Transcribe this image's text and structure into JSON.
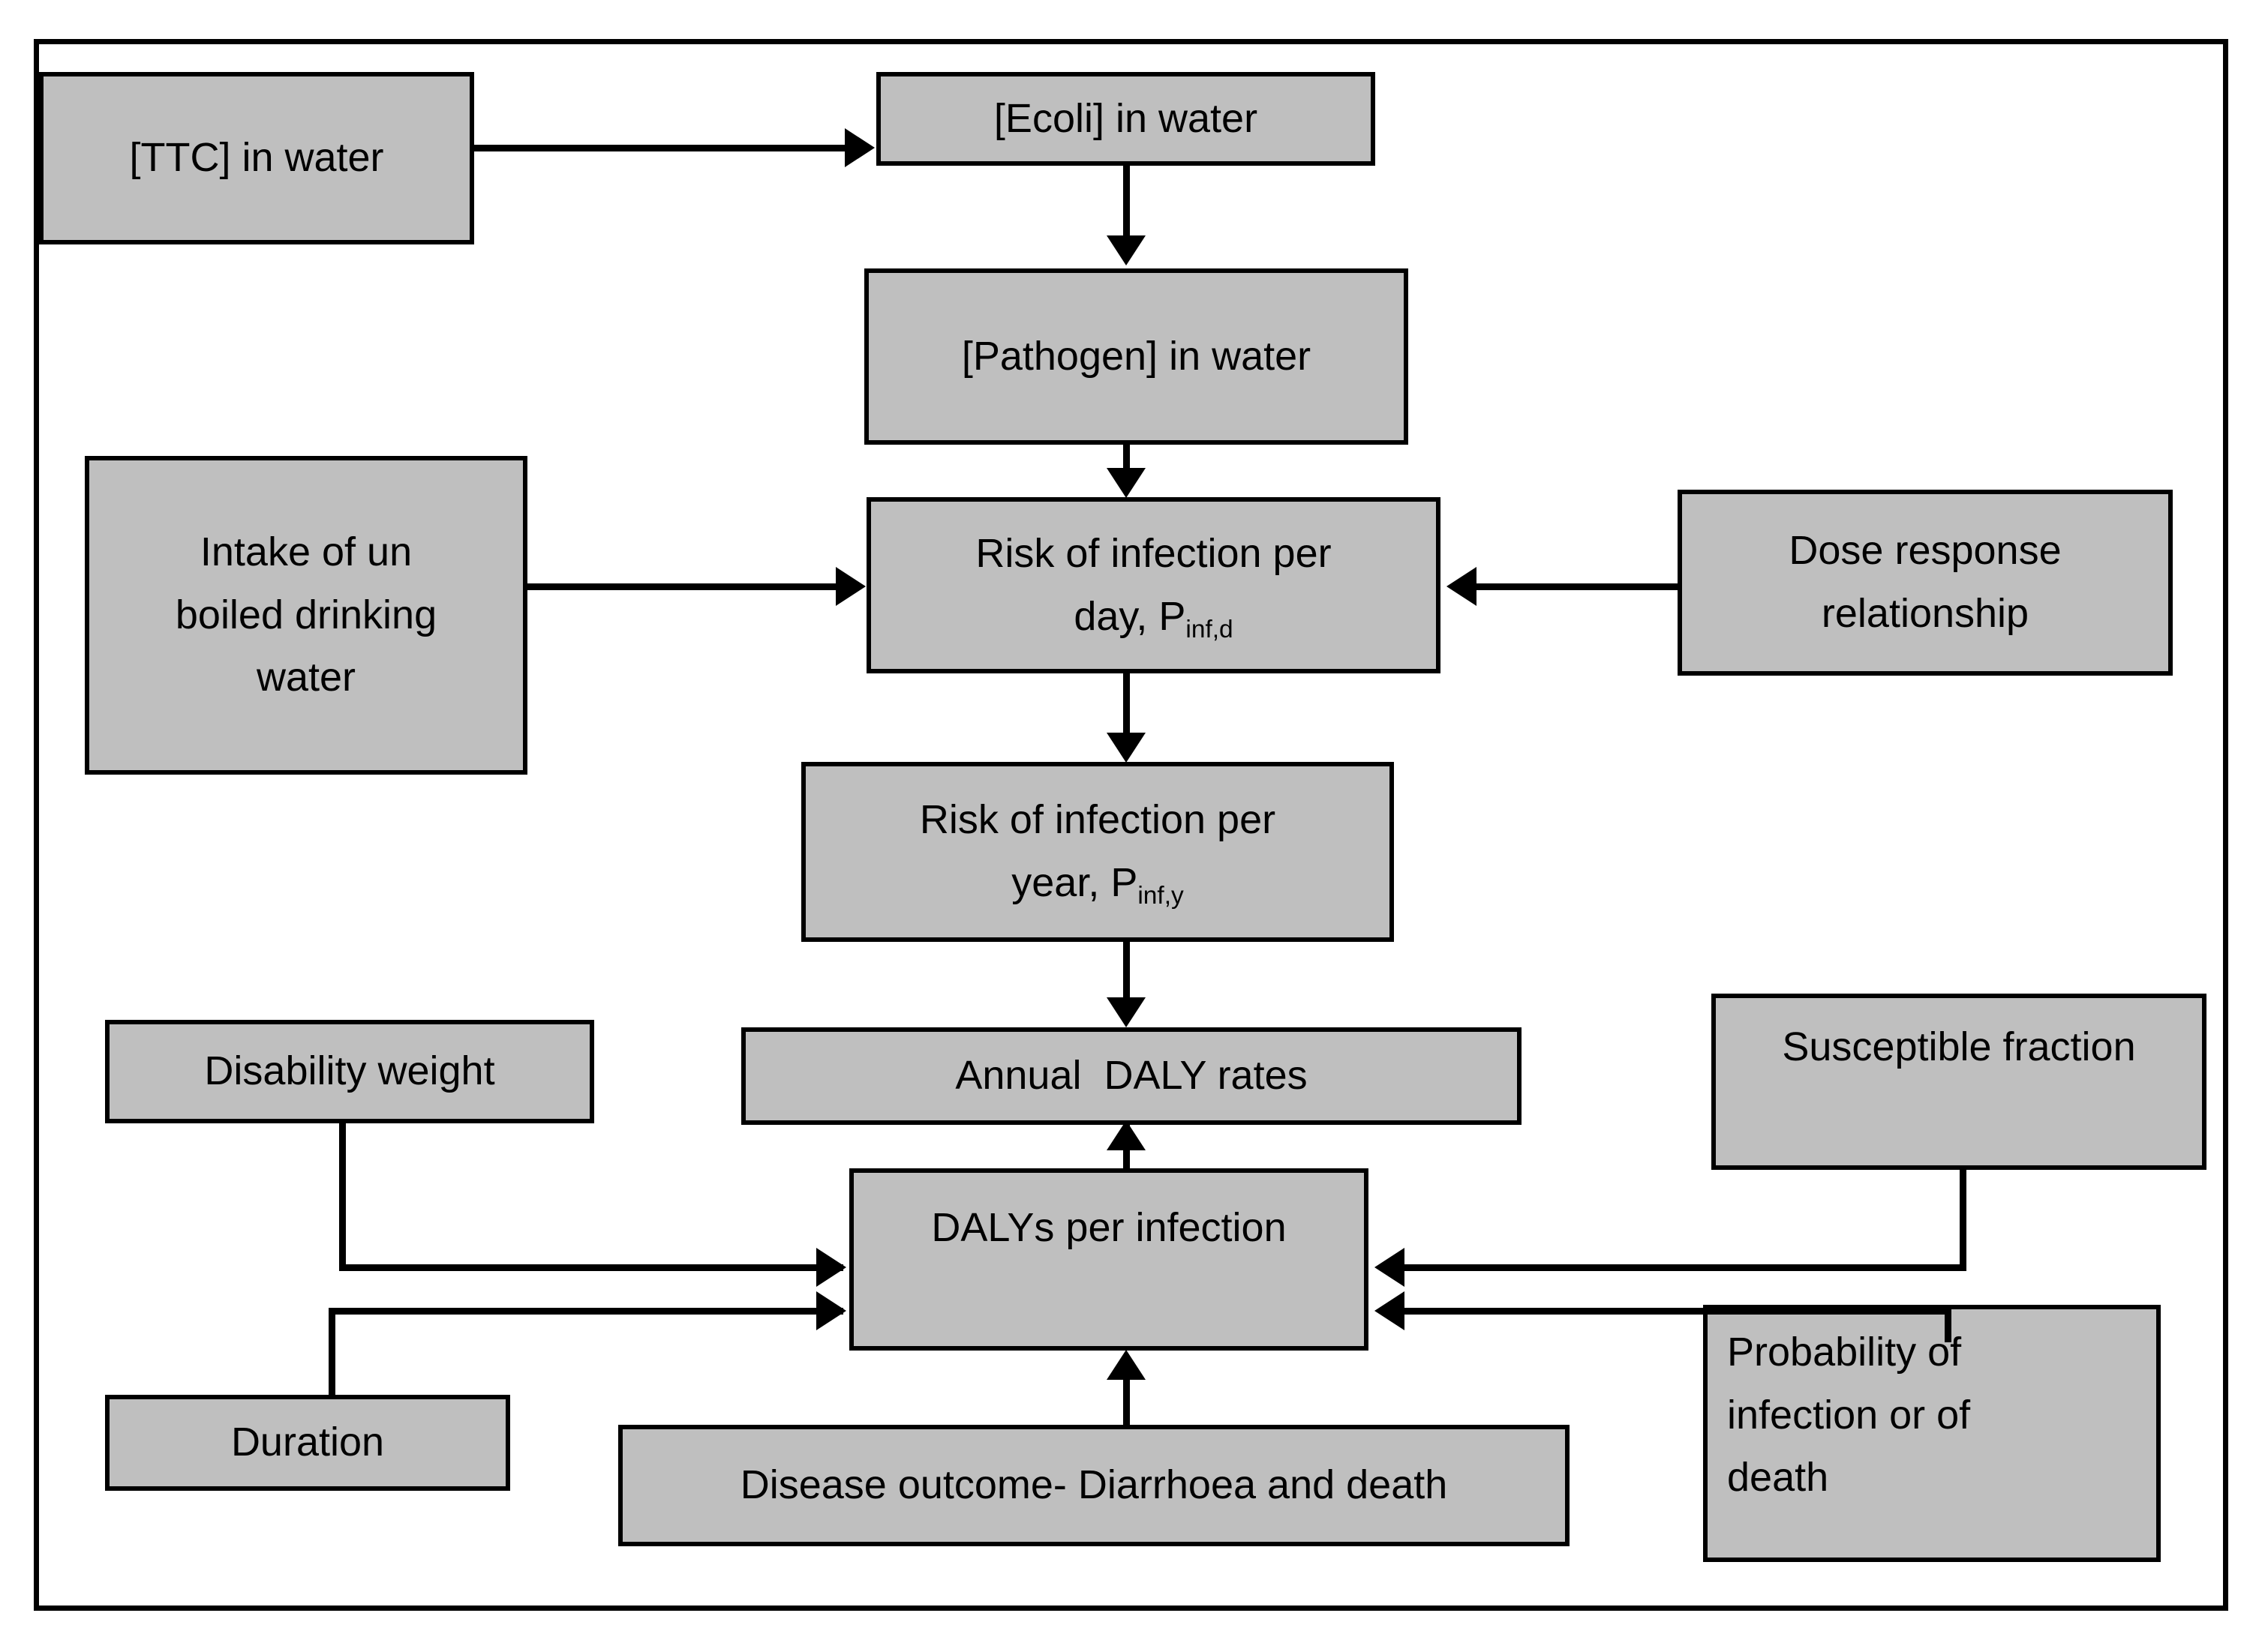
{
  "diagram": {
    "title": "QMRA conceptual flow diagram",
    "fill_color": "#bfbfbf",
    "line_color": "#000000",
    "background_color": "#ffffff",
    "nodes": {
      "ttc": {
        "line1": "[TTC] in water"
      },
      "ecoli": {
        "line1": "[Ecoli] in water"
      },
      "pathogen": {
        "line1": "[Pathogen] in water"
      },
      "intake": {
        "line1": "Intake of un",
        "line2": "boiled drinking",
        "line3": "water"
      },
      "risk_day": {
        "line1": "Risk of infection per",
        "line2_pre": "day, P",
        "line2_sub": "inf,d"
      },
      "dose_response": {
        "line1": "Dose response",
        "line2": "relationship"
      },
      "risk_year": {
        "line1": "Risk of infection per",
        "line2_pre": "year, P",
        "line2_sub": "inf,y"
      },
      "annual_daly": {
        "line1": "Annual  DALY rates"
      },
      "disability_weight": {
        "line1": "Disability weight"
      },
      "duration": {
        "line1": "Duration"
      },
      "dalys_per_infection": {
        "line1": "DALYs per infection"
      },
      "disease_outcome": {
        "line1": "Disease outcome- Diarrhoea and death"
      },
      "susceptible_fraction": {
        "line1": "Susceptible fraction"
      },
      "probability": {
        "line1": "Probability of",
        "line2": "infection or of",
        "line3": "death"
      }
    },
    "edges": [
      {
        "from": "ttc",
        "to": "ecoli",
        "direction": "right"
      },
      {
        "from": "ecoli",
        "to": "pathogen",
        "direction": "down"
      },
      {
        "from": "pathogen",
        "to": "risk_day",
        "direction": "down"
      },
      {
        "from": "intake",
        "to": "risk_day",
        "direction": "right"
      },
      {
        "from": "dose_response",
        "to": "risk_day",
        "direction": "left"
      },
      {
        "from": "risk_day",
        "to": "risk_year",
        "direction": "down"
      },
      {
        "from": "risk_year",
        "to": "annual_daly",
        "direction": "down"
      },
      {
        "from": "dalys_per_infection",
        "to": "annual_daly",
        "direction": "up"
      },
      {
        "from": "disability_weight",
        "to": "dalys_per_infection",
        "direction": "right"
      },
      {
        "from": "duration",
        "to": "dalys_per_infection",
        "direction": "right"
      },
      {
        "from": "disease_outcome",
        "to": "dalys_per_infection",
        "direction": "up"
      },
      {
        "from": "susceptible_fraction",
        "to": "dalys_per_infection",
        "direction": "left"
      },
      {
        "from": "probability",
        "to": "dalys_per_infection",
        "direction": "left"
      }
    ]
  }
}
